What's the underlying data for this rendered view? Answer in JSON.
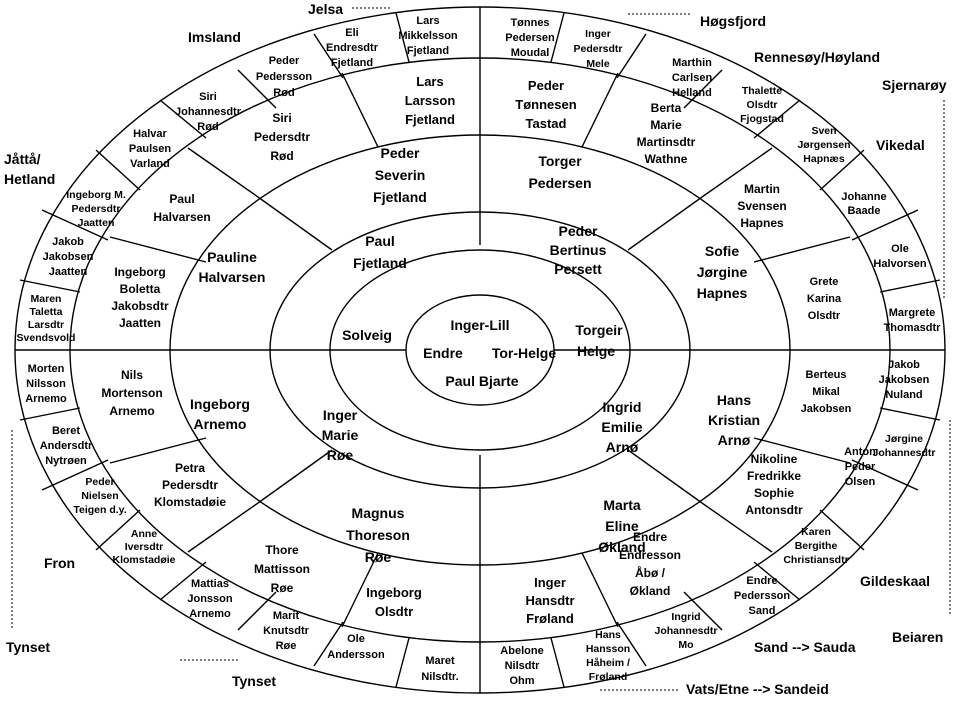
{
  "center": {
    "name1": "Inger-Lill",
    "name2": "Endre",
    "name3": "Tor-Helge",
    "name4": "Paul Bjarte"
  },
  "parents": {
    "father": "Solveig",
    "mother_line1": "Torgeir",
    "mother_line2": "Helge"
  },
  "grandparents": {
    "paul": [
      "Paul",
      "Fjetland"
    ],
    "peder_bertinus": [
      "Peder",
      "Bertinus",
      "Persett"
    ],
    "ingrid_emilie": [
      "Ingrid",
      "Emilie",
      "Arnø"
    ],
    "inger_marie": [
      "Inger",
      "Marie",
      "Røe"
    ]
  },
  "ring3": {
    "peder_severin": [
      "Peder",
      "Severin",
      "Fjetland"
    ],
    "torger_pedersen": [
      "Torger",
      "Pedersen"
    ],
    "sofie": [
      "Sofie",
      "Jørgine",
      "Hapnes"
    ],
    "hans_kristian": [
      "Hans",
      "Kristian",
      "Arnø"
    ],
    "marta": [
      "Marta",
      "Eline",
      "Økland"
    ],
    "magnus": [
      "Magnus",
      "Thoreson",
      "Røe"
    ],
    "ingeborg_arnemo": [
      "Ingeborg",
      "Arnemo"
    ],
    "pauline": [
      "Pauline",
      "Halvarsen"
    ]
  },
  "ring4": {
    "lars_larsson": [
      "Lars",
      "Larsson",
      "Fjetland"
    ],
    "siri_pedersdtr": [
      "Siri",
      "Pedersdtr",
      "Rød"
    ],
    "paul_halvarsen": [
      "Paul",
      "Halvarsen"
    ],
    "ingeborg_boletta": [
      "Ingeborg",
      "Boletta",
      "Jakobsdtr",
      "Jaatten"
    ],
    "peder_tonnesen": [
      "Peder",
      "Tønnesen",
      "Tastad"
    ],
    "berta": [
      "Berta",
      "Marie",
      "Martinsdtr",
      "Wathne"
    ],
    "martin_svensen": [
      "Martin",
      "Svensen",
      "Hapnes"
    ],
    "grete": [
      "Grete",
      "Karina",
      "Olsdtr"
    ],
    "berteus": [
      "Berteus",
      "Mikal",
      "Jakobsen"
    ],
    "nikoline": [
      "Nikoline",
      "Fredrikke",
      "Sophie",
      "Antonsdtr"
    ],
    "endre_endresson": [
      "Endre",
      "Endresson",
      "Åbø /",
      "Økland"
    ],
    "inger_hansdtr": [
      "Inger",
      "Hansdtr",
      "Frøland"
    ],
    "ingeborg_olsdtr": [
      "Ingeborg",
      "Olsdtr"
    ],
    "thore": [
      "Thore",
      "Mattisson",
      "Røe"
    ],
    "petra": [
      "Petra",
      "Pedersdtr",
      "Klomstadøie"
    ],
    "nils": [
      "Nils",
      "Mortenson",
      "Arnemo"
    ]
  },
  "ring5": {
    "lars_mikkelsson": [
      "Lars",
      "Mikkelsson",
      "Fjetland"
    ],
    "eli": [
      "Eli",
      "Endresdtr",
      "Fjetland"
    ],
    "peder_pedersson": [
      "Peder",
      "Pedersson",
      "Rød"
    ],
    "siri_johannesdtr": [
      "Siri",
      "Johannesdtr",
      "Rød"
    ],
    "halvar": [
      "Halvar",
      "Paulsen",
      "Varland"
    ],
    "ingeborg_m": [
      "Ingeborg M.",
      "Pedersdtr",
      "Jaatten"
    ],
    "jakob_jaatten": [
      "Jakob",
      "Jakobsen",
      "Jaatten"
    ],
    "maren": [
      "Maren",
      "Taletta",
      "Larsdtr",
      "Svendsvold"
    ],
    "tonnes": [
      "Tønnes",
      "Pedersen",
      "Moudal"
    ],
    "inger_pedersdtr": [
      "Inger",
      "Pedersdtr",
      "Mele"
    ],
    "marthin": [
      "Marthin",
      "Carlsen",
      "Helland"
    ],
    "thalette": [
      "Thalette",
      "Olsdtr",
      "Fjogstad"
    ],
    "sven": [
      "Sven",
      "Jørgensen",
      "Hapnæs"
    ],
    "johanne": [
      "Johanne",
      "Baade"
    ],
    "ole_halvorsen": [
      "Ole",
      "Halvorsen"
    ],
    "margrete": [
      "Margrete",
      "Thomasdtr"
    ],
    "jakob_nuland": [
      "Jakob",
      "Jakobsen",
      "Nuland"
    ],
    "jorgine": [
      "Jørgine",
      "Johannesdtr"
    ],
    "anton": [
      "Anton",
      "Peder",
      "Olsen"
    ],
    "karen": [
      "Karen",
      "Bergithe",
      "Christiansdtr"
    ],
    "endre_pedersson": [
      "Endre",
      "Pedersson",
      "Sand"
    ],
    "ingrid_johannesdtr": [
      "Ingrid",
      "Johannesdtr",
      "Mo"
    ],
    "hans_hansson": [
      "Hans",
      "Hansson",
      "Håheim /",
      "Frøland"
    ],
    "abelone": [
      "Abelone",
      "Nilsdtr",
      "Ohm"
    ],
    "maret": [
      "Maret",
      "Nilsdtr."
    ],
    "ole_andersson": [
      "Ole",
      "Andersson"
    ],
    "marit": [
      "Marit",
      "Knutsdtr",
      "Røe"
    ],
    "mattias": [
      "Mattias",
      "Jonsson",
      "Arnemo"
    ],
    "anne": [
      "Anne",
      "Iversdtr",
      "Klomstadøie"
    ],
    "peder_nielsen": [
      "Peder",
      "Nielsen",
      "Teigen d.y."
    ],
    "beret": [
      "Beret",
      "Andersdtr",
      "Nytrøen"
    ],
    "morten": [
      "Morten",
      "Nilsson",
      "Arnemo"
    ]
  },
  "places": {
    "jelsa": "Jelsa",
    "imsland": "Imsland",
    "hogsfjord": "Høgsfjord",
    "rennesoy": "Rennesøy/Høyland",
    "sjernaroy": "Sjernarøy",
    "vikedal": "Vikedal",
    "jatta_1": "Jåttå/",
    "jatta_2": "Hetland",
    "fron": "Fron",
    "tynset_left": "Tynset",
    "tynset_bottom": "Tynset",
    "gildeskaal": "Gildeskaal",
    "beiaren": "Beiaren",
    "sand_sauda": "Sand --> Sauda",
    "vats_sandeid": "Vats/Etne --> Sandeid"
  }
}
